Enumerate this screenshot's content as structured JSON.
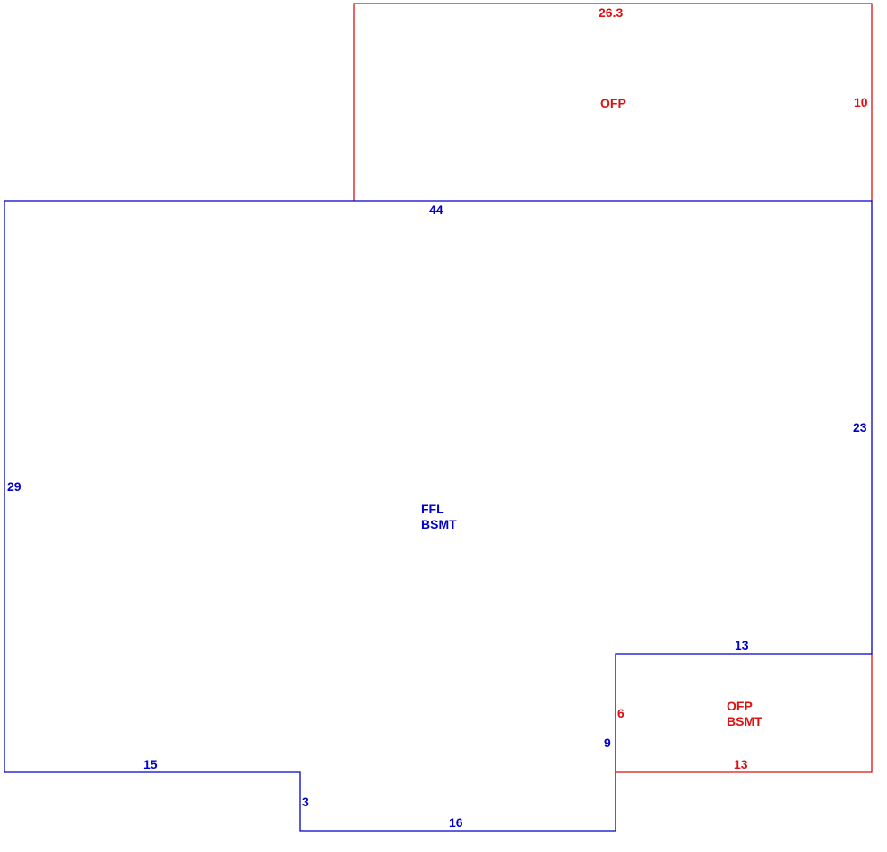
{
  "colors": {
    "main": "#0000cc",
    "secondary": "#dd1111"
  },
  "areas": {
    "main": {
      "line1": "FFL",
      "line2": "BSMT"
    },
    "porch_top": {
      "label": "OFP"
    },
    "porch_bottom": {
      "line1": "OFP",
      "line2": "BSMT"
    }
  },
  "dimensions": {
    "porch_top_width": "26.3",
    "porch_top_depth": "10",
    "main_top": "44",
    "main_left": "29",
    "main_right": "23",
    "step_top": "13",
    "step_left": "9",
    "main_bottom_left": "15",
    "notch": "3",
    "main_bottom_mid": "16",
    "porch_bottom_depth": "6",
    "porch_bottom_width": "13"
  }
}
